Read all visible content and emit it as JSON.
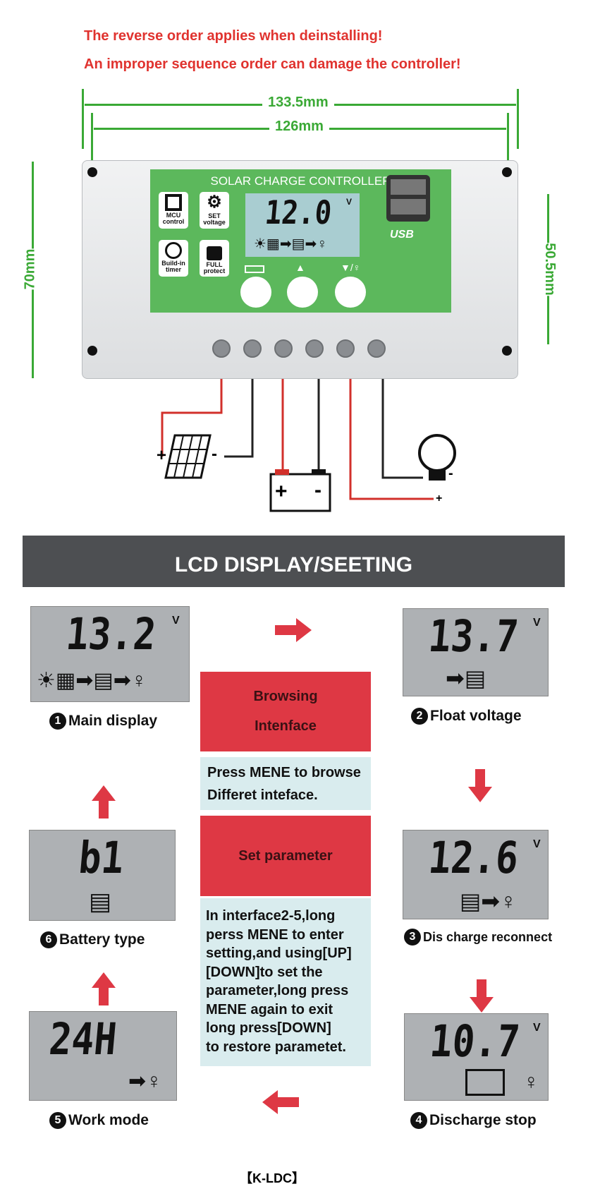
{
  "warnings": [
    "The reverse order applies when deinstalling!",
    "An improper sequence order can damage the controller!"
  ],
  "dimensions": {
    "outer_width": "133.5mm",
    "hole_width": "126mm",
    "height": "70mm",
    "hole_height": "50.5mm"
  },
  "controller": {
    "title": "SOLAR CHARGE CONTROLLER",
    "lcd_value": "12.0",
    "lcd_unit": "V",
    "usb_label": "USB",
    "features": [
      {
        "icon": "chip-icon",
        "label": "MCU control"
      },
      {
        "icon": "gear-icon",
        "label": "SET voltage"
      },
      {
        "icon": "clock-icon",
        "label": "Build-in timer"
      },
      {
        "icon": "lock-icon",
        "label": "FULL protect"
      }
    ],
    "buttons": [
      "menu-icon",
      "up-icon",
      "down-load-icon"
    ]
  },
  "wiring": {
    "panel_plus": "+",
    "panel_minus": "-",
    "battery_plus": "+",
    "battery_minus": "-",
    "load_minus": "-",
    "load_plus": "+"
  },
  "banner": "LCD DISPLAY/SEETING",
  "screens": [
    {
      "num": "1",
      "label": "Main display",
      "value": "13.2",
      "unit": "V"
    },
    {
      "num": "2",
      "label": "Float voltage",
      "value": "13.7",
      "unit": "V"
    },
    {
      "num": "3",
      "label": "Dis charge reconnect",
      "value": "12.6",
      "unit": "V"
    },
    {
      "num": "4",
      "label": "Discharge stop",
      "value": "10.7",
      "unit": "V"
    },
    {
      "num": "5",
      "label": "Work mode",
      "value": "24H",
      "unit": ""
    },
    {
      "num": "6",
      "label": "Battery type",
      "value": "b1",
      "unit": ""
    }
  ],
  "center": {
    "browse_title_1": "Browsing",
    "browse_title_2": "Intenface",
    "browse_text_1": "Press MENE to browse",
    "browse_text_2": "Differet inteface.",
    "set_title": "Set parameter",
    "set_text": [
      "In interface2-5,long",
      "perss MENE to enter",
      "setting,and using[UP]",
      "[DOWN]to set the",
      "parameter,long press",
      "MENE again to exit",
      "long press[DOWN]",
      "to restore parametet."
    ]
  },
  "footer": "【K-LDC】",
  "colors": {
    "red": "#de3844",
    "green": "#5cb85c",
    "dimension": "#3aa935",
    "banner": "#4d4f52",
    "lcd": "#aeb1b4",
    "light": "#d9ecee"
  }
}
